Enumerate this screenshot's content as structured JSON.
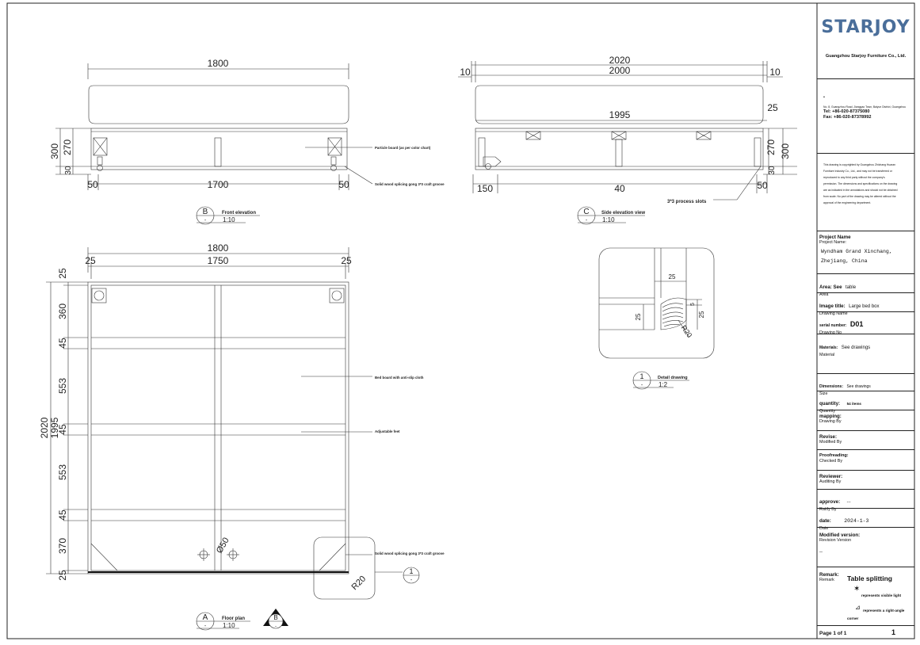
{
  "front_view": {
    "overall_width": "1800",
    "inner_width": "1700",
    "left_end": "50",
    "right_end": "50",
    "height_total": "300",
    "height_body": "270",
    "height_base": "30",
    "label_plate": "Particle board (as per color chart)",
    "label_groove": "Solid wood splicing gong 3*3 craft groove",
    "callout_letter": "B",
    "callout_dash": "-",
    "title": "Front elevation",
    "scale": "1:10"
  },
  "side_view": {
    "overall_length": "2020",
    "inner_length": "2000",
    "end_left": "10",
    "end_right": "10",
    "body_length": "1995",
    "top_offset": "25",
    "height_body": "270",
    "height_total": "300",
    "height_base": "30",
    "dim_150": "150",
    "dim_40": "40",
    "dim_50": "50",
    "label_slots": "3*3 process slots",
    "callout_letter": "C",
    "callout_dash": "-",
    "title": "Side elevation view",
    "scale": "1:10"
  },
  "floor_plan": {
    "overall_width": "1800",
    "inner_width": "1750",
    "left_edge": "25",
    "right_edge": "25",
    "overall_length": "2020",
    "inner_length": "1995",
    "v_dims": [
      "25",
      "360",
      "45",
      "553",
      "45",
      "553",
      "45",
      "370",
      "25"
    ],
    "radius_hole": "Ø50",
    "radius_corner": "R20",
    "label_board": "Bed board with anti-slip cloth",
    "label_feet": "Adjustable feet",
    "label_groove": "Solid wood splicing gong 3*3 craft groove",
    "callout_letter": "A",
    "callout_dash": "-",
    "title": "Floor plan",
    "scale": "1:10",
    "ref_1": "1",
    "ref_dash": "-",
    "tri_letter": "B",
    "tri_dash": "-"
  },
  "detail": {
    "dim_top": "25",
    "dim_left": "25",
    "dim_right": "25",
    "dim_small": "5",
    "radius": "R20",
    "callout_number": "1",
    "callout_dash": "-",
    "title": "Detail drawing",
    "scale": "1:2"
  },
  "title_block": {
    "logo": "STARJOY",
    "company": "Guangzhou Starjoy Furniture Co., Ltd.",
    "bullet": "•",
    "address": "No. 8, Guangzhou Road, Jianggao Town, Baiyun District, Guangzhou",
    "tel": "Tel: +86-020-87375080",
    "fax": "Fax: +86-020-87378992",
    "copyright_lines": [
      "This drawing is copyrighted by Guangzhou Zhichang Huaran",
      "Furniture Industry Co., Ltd., and may not be transferred or",
      "reproduced to any third party without the company's",
      "permission. The dimensions and specifications on the drawing",
      "are as indicated in the annotations and should not be obtained",
      "from scale. No part of the drawing may be altered without the",
      "approval of the engineering department."
    ],
    "project_label": "Project Name",
    "project_sub": "Project Name:",
    "project_value_1": "Wyndham Grand Xinchang,",
    "project_value_2": "Zhejiang, China",
    "area_label": "Area: See",
    "area_value": "table",
    "area_sub": "Area",
    "image_title_label": "Image title:",
    "image_title_value": "Large bed box",
    "image_title_sub": "Drawing Name",
    "serial_label": "serial number:",
    "serial_value": "D01",
    "serial_sub": "Drawing No",
    "materials_label": "Materials:",
    "materials_value": "See drawings",
    "materials_sub": "Material",
    "dimensions_label": "Dimensions:",
    "dimensions_value": "See drawings",
    "dimensions_sub": "Size",
    "quantity_label": "quantity:",
    "quantity_value": "54 items",
    "quantity_sub": "Quantity",
    "mapping_label": "mapping:",
    "mapping_sub": "Drawing By",
    "revise_label": "Revise:",
    "revise_sub": "Modified By",
    "proof_label": "Proofreading:",
    "proof_sub": "Checked By",
    "reviewer_label": "Reviewer:",
    "reviewer_sub": "Auditing By",
    "approve_label": "approve:",
    "approve_value": "---",
    "approve_sub": "Ratify By",
    "date_label": "date:",
    "date_value": "2024-1-3",
    "date_sub": "Date",
    "modified_label": "Modified version:",
    "modified_sub": "Revision Version",
    "modified_value": "--",
    "remark_label": "Remark:",
    "remark_sub": "Remark",
    "remark_title": "Table splitting",
    "remark_line1": "represents visible light",
    "remark_line2": "represents a right-angle",
    "remark_line3": "corner",
    "page_label": "Page 1 of 1",
    "page_number": "1"
  }
}
